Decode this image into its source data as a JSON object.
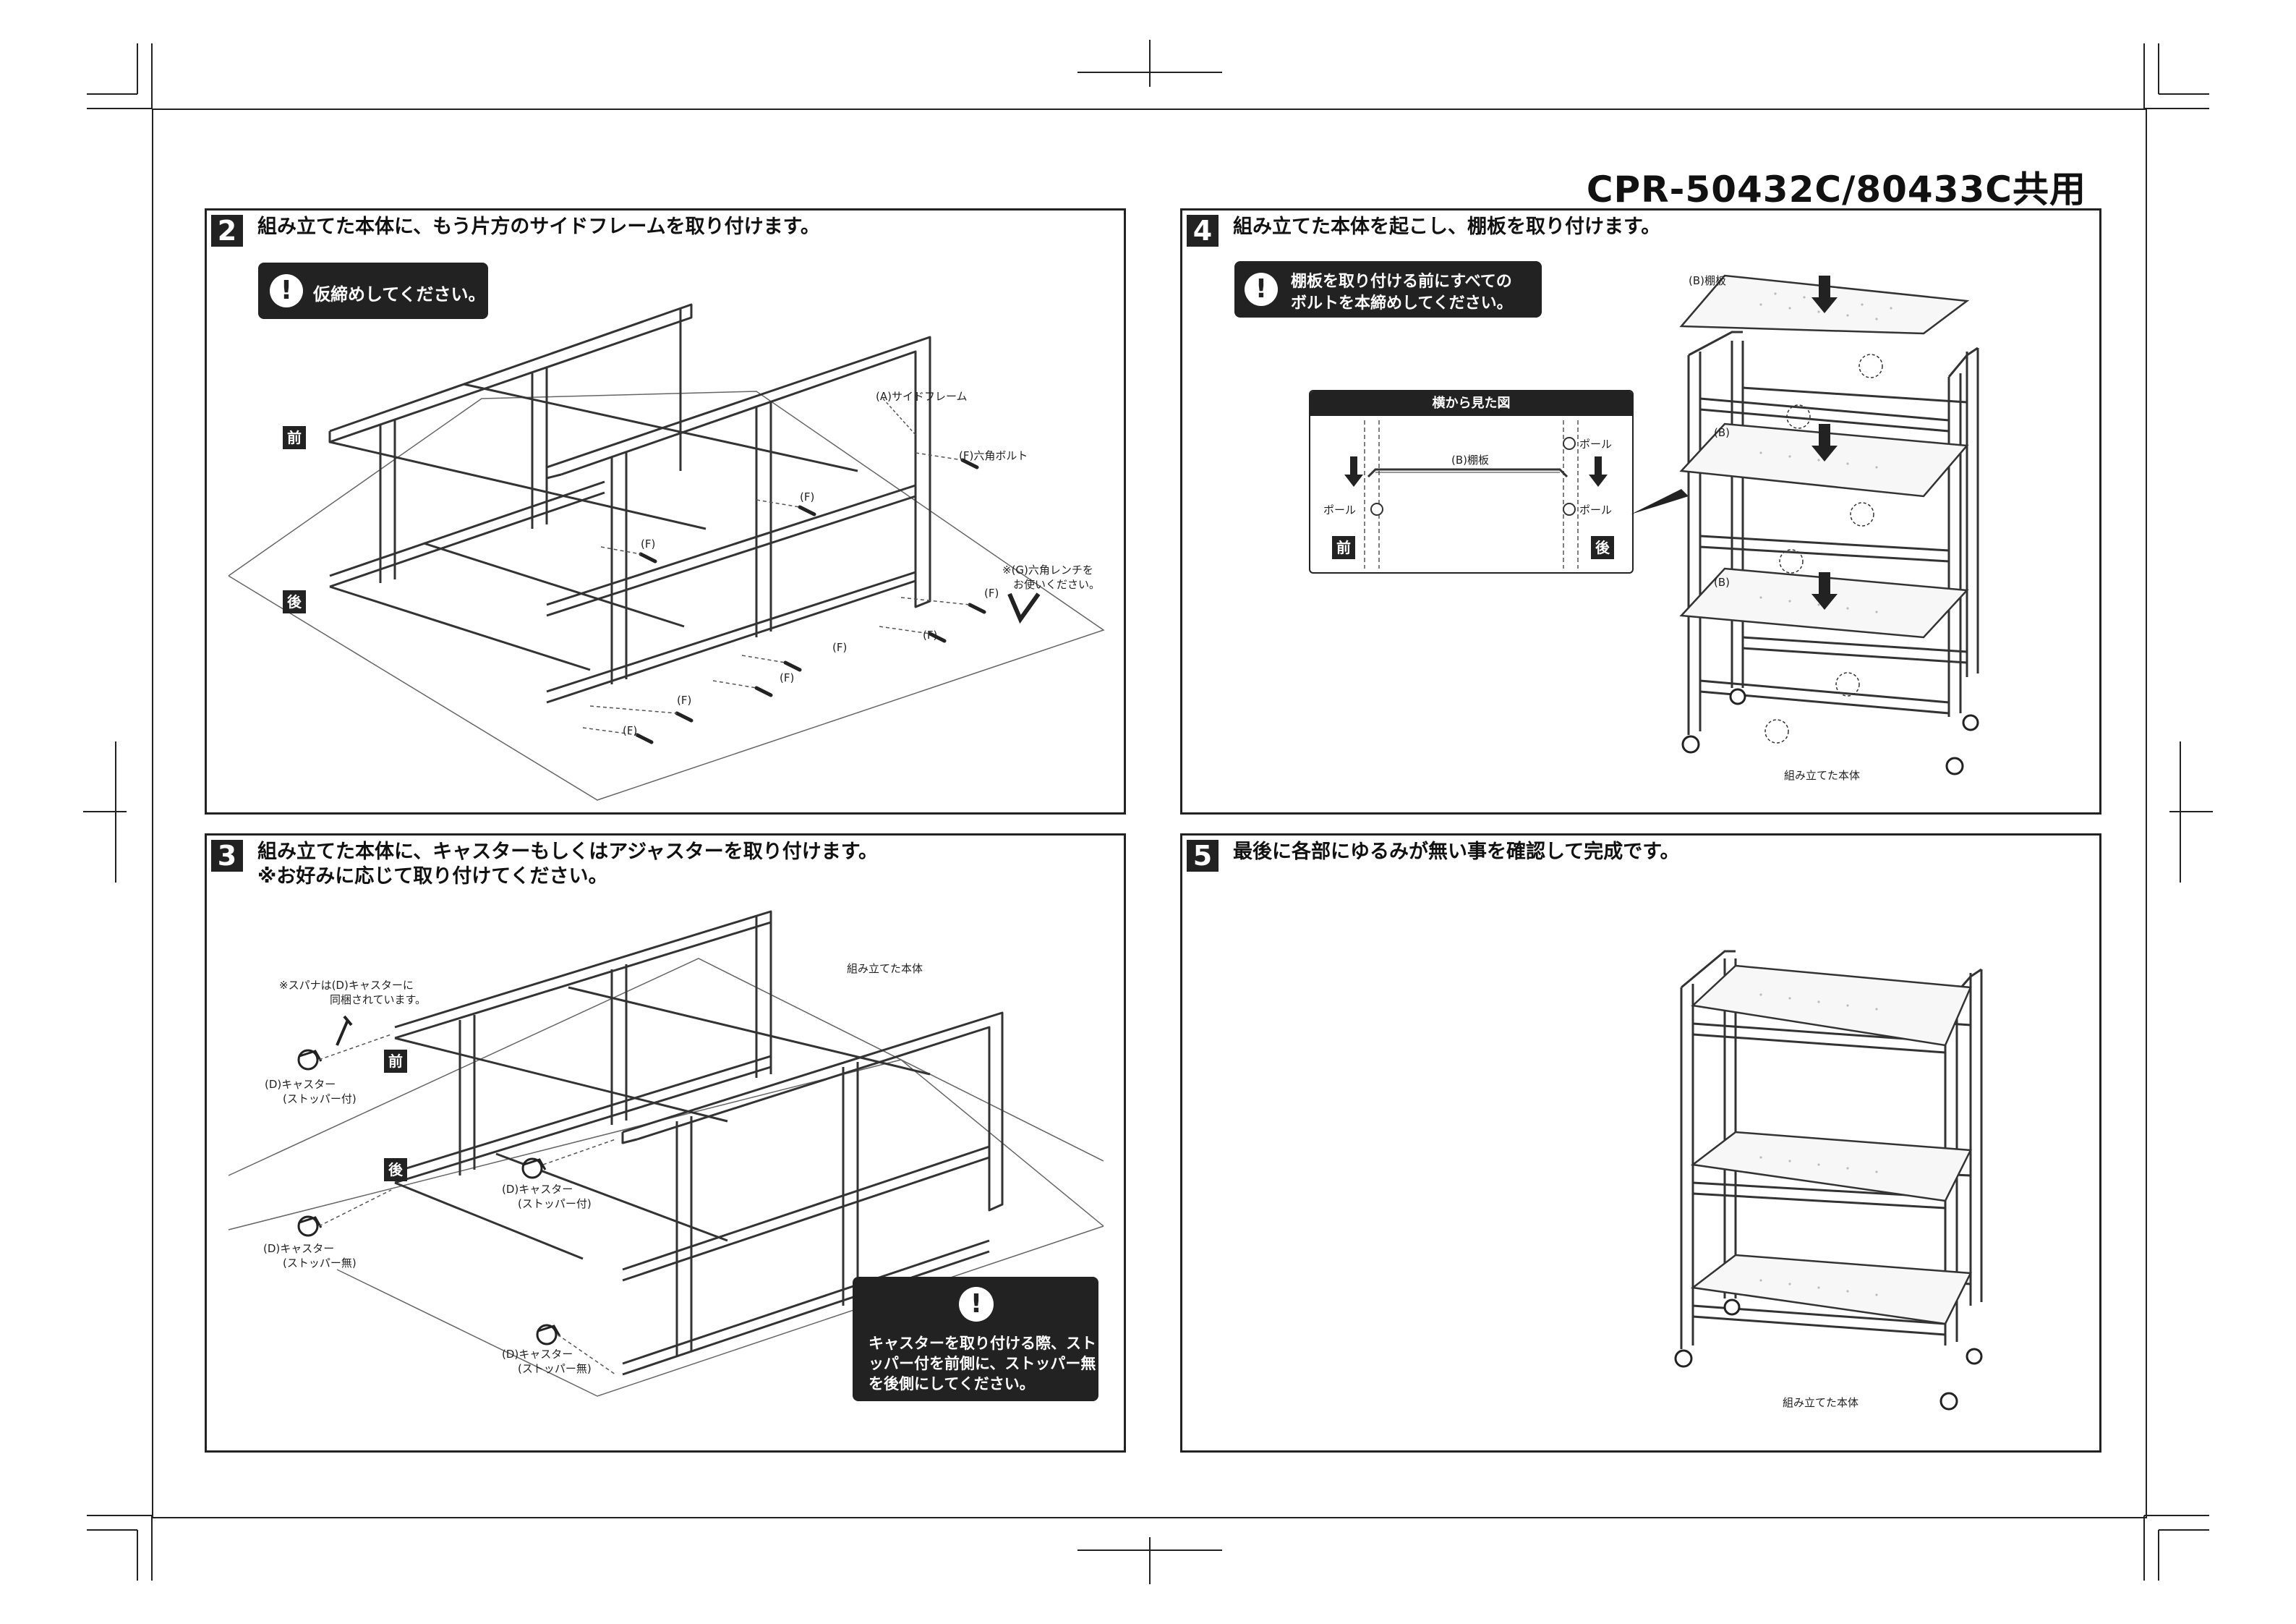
{
  "header": {
    "model": "CPR-50432C/80433C共用"
  },
  "step2": {
    "num": "2",
    "title": "組み立てた本体に、もう片方のサイドフレームを取り付けます。",
    "notice": "仮締めしてください。",
    "label_front": "前",
    "label_back": "後",
    "label_side_frame": "(A)サイドフレーム",
    "label_hex_bolt": "(F)六角ボルト",
    "label_f": "(F)",
    "wrench_note_l1": "※(G)六角レンチを",
    "wrench_note_l2": "お使いください。"
  },
  "step3": {
    "num": "3",
    "title_l1": "組み立てた本体に、キャスターもしくはアジャスターを取り付けます。",
    "title_l2": "※お好みに応じて取り付けてください。",
    "label_body": "組み立てた本体",
    "spanner_note_l1": "※スパナは(D)キャスターに",
    "spanner_note_l2": "同梱されています。",
    "label_front": "前",
    "label_back": "後",
    "caster_stopper_l1": "(D)キャスター",
    "caster_stopper_l2": "(ストッパー付)",
    "caster_nostop_l1": "(D)キャスター",
    "caster_nostop_l2": "(ストッパー無)",
    "notice_l1": "キャスターを取り付ける際、スト",
    "notice_l2": "ッパー付を前側に、ストッパー無",
    "notice_l3": "を後側にしてください。"
  },
  "step4": {
    "num": "4",
    "title": "組み立てた本体を起こし、棚板を取り付けます。",
    "notice_l1": "棚板を取り付ける前にすべての",
    "notice_l2": "ボルトを本締めしてください。",
    "side_view_title": "横から見た図",
    "label_shelf_b": "(B)棚板",
    "label_b": "(B)",
    "label_pole": "ポール",
    "label_front": "前",
    "label_back": "後",
    "label_body": "組み立てた本体"
  },
  "step5": {
    "num": "5",
    "title": "最後に各部にゆるみが無い事を確認して完成です。",
    "label_body": "組み立てた本体"
  }
}
